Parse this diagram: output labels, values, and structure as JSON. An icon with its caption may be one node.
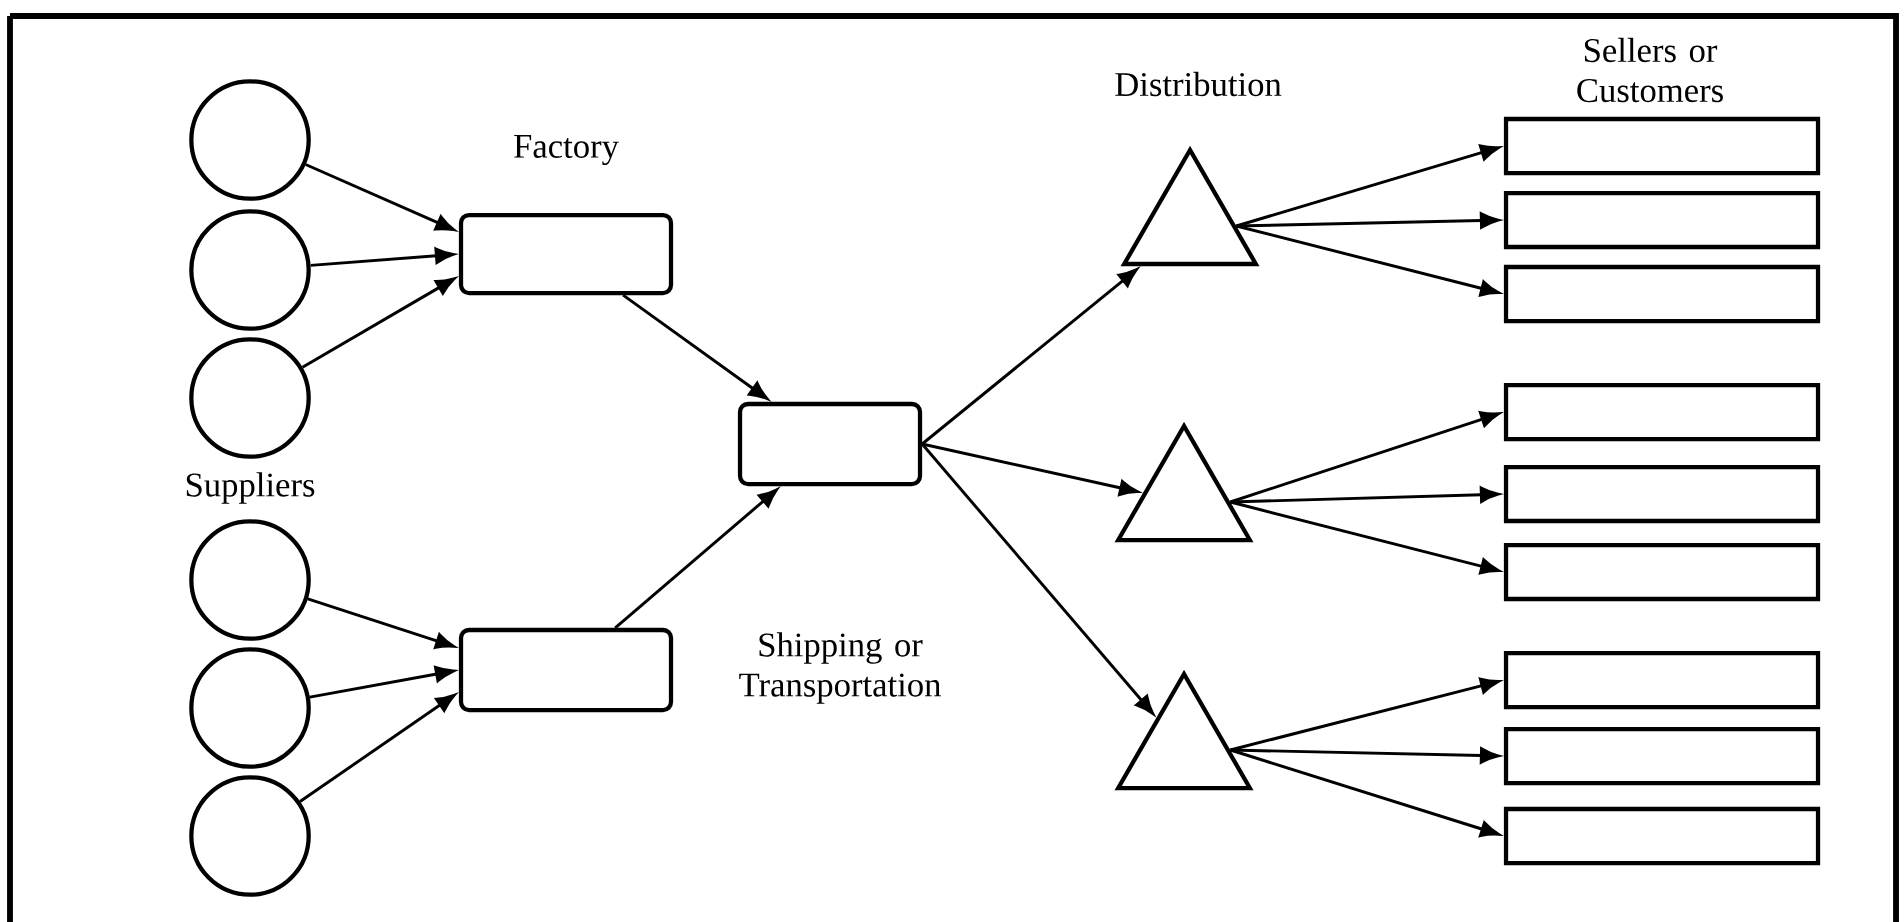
{
  "diagram": {
    "nodes": [
      {
        "text": [],
        "shape": "circle"
      },
      {
        "text": [],
        "shape": "circle"
      },
      {
        "text": [],
        "shape": "circle"
      },
      {
        "text": [],
        "shape": "circle"
      },
      {
        "text": [],
        "shape": "circle"
      },
      {
        "text": [],
        "shape": "circle"
      },
      {
        "text": [],
        "shape": "box",
        "beside": [
          "Factory"
        ]
      },
      {
        "text": [],
        "shape": "box"
      },
      {
        "text": [],
        "shape": "box"
      },
      {
        "text": [],
        "shape": "triangle",
        "beside": [
          "Distribution"
        ]
      },
      {
        "text": [],
        "shape": "triangle"
      },
      {
        "text": [],
        "shape": "triangle"
      },
      {
        "text": [],
        "shape": "box"
      },
      {
        "text": [],
        "shape": "box"
      },
      {
        "text": [],
        "shape": "box"
      },
      {
        "text": [],
        "shape": "box"
      },
      {
        "text": [],
        "shape": "box"
      },
      {
        "text": [],
        "shape": "box"
      },
      {
        "text": [],
        "shape": "box"
      },
      {
        "text": [],
        "shape": "box"
      },
      {
        "text": [],
        "shape": "box"
      }
    ],
    "edges": [
      {
        "from": 0,
        "to": 6,
        "arrow": "to"
      },
      {
        "from": 1,
        "to": 6,
        "arrow": "to"
      },
      {
        "from": 2,
        "to": 6,
        "arrow": "to"
      },
      {
        "from": 3,
        "to": 7,
        "arrow": "to"
      },
      {
        "from": 4,
        "to": 7,
        "arrow": "to"
      },
      {
        "from": 5,
        "to": 7,
        "arrow": "to"
      },
      {
        "from": 6,
        "to": 8,
        "arrow": "to"
      },
      {
        "from": 7,
        "to": 8,
        "arrow": "to"
      },
      {
        "from": 8,
        "to": 9,
        "arrow": "to"
      },
      {
        "from": 8,
        "to": 10,
        "arrow": "to"
      },
      {
        "from": 8,
        "to": 11,
        "arrow": "to"
      },
      {
        "from": 9,
        "to": 12,
        "arrow": "to"
      },
      {
        "from": 9,
        "to": 13,
        "arrow": "to"
      },
      {
        "from": 9,
        "to": 14,
        "arrow": "to"
      },
      {
        "from": 10,
        "to": 15,
        "arrow": "to"
      },
      {
        "from": 10,
        "to": 16,
        "arrow": "to"
      },
      {
        "from": 10,
        "to": 17,
        "arrow": "to"
      },
      {
        "from": 11,
        "to": 18,
        "arrow": "to"
      },
      {
        "from": 11,
        "to": 19,
        "arrow": "to"
      },
      {
        "from": 11,
        "to": 20,
        "arrow": "to"
      }
    ],
    "labels": [
      "Sellers or Customers",
      "Suppliers",
      "Shipping or Transportation"
    ]
  }
}
